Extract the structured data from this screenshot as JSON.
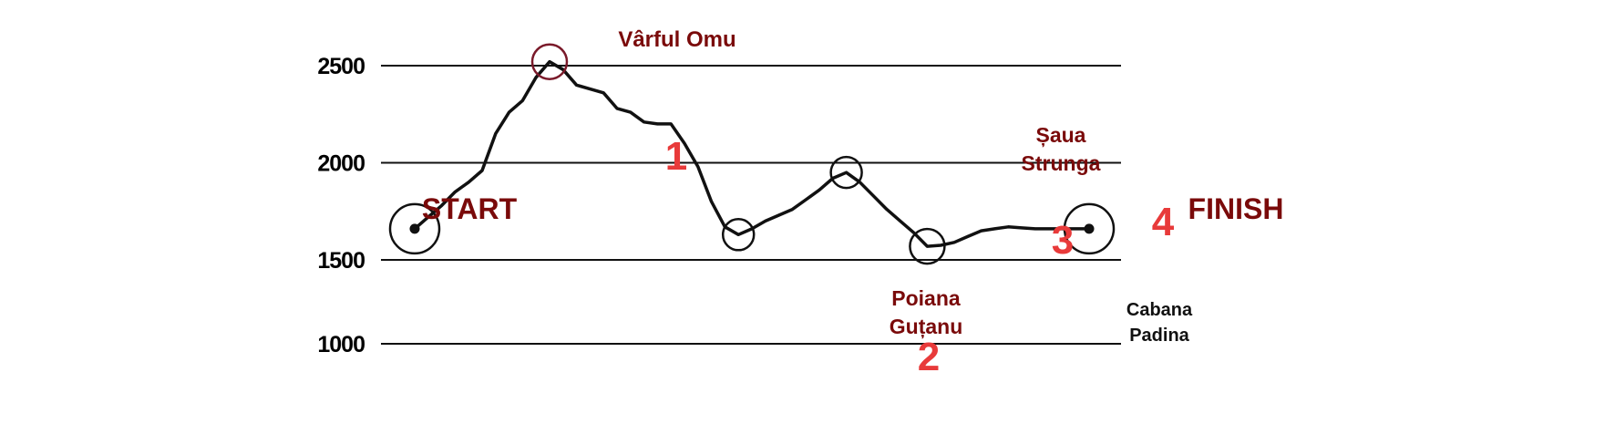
{
  "chart_data": {
    "type": "line",
    "ylim": [
      1000,
      2500
    ],
    "y_ticks": [
      "2500",
      "2000",
      "1500",
      "1000"
    ],
    "y_tick_values": [
      2500,
      2000,
      1500,
      1000
    ],
    "grid": true,
    "series": [
      {
        "x": [
          0,
          2,
          4,
          6,
          8,
          10,
          12,
          14,
          16,
          18,
          20,
          22,
          24,
          26,
          28,
          30,
          32,
          34,
          36,
          38,
          40,
          42,
          44,
          46,
          48,
          50,
          52,
          54,
          56,
          58,
          60,
          62,
          64,
          66,
          68,
          70,
          72,
          74,
          76,
          78,
          80,
          82,
          84,
          86,
          88,
          90,
          92,
          94,
          96,
          98,
          100
        ],
        "values": [
          1660,
          1720,
          1780,
          1850,
          1900,
          1960,
          2150,
          2260,
          2320,
          2440,
          2520,
          2480,
          2400,
          2380,
          2360,
          2280,
          2260,
          2210,
          2200,
          2200,
          2100,
          1980,
          1800,
          1670,
          1630,
          1660,
          1700,
          1730,
          1760,
          1810,
          1860,
          1920,
          1950,
          1900,
          1830,
          1760,
          1700,
          1640,
          1570,
          1575,
          1590,
          1620,
          1650,
          1660,
          1670,
          1665,
          1660,
          1660,
          1660,
          1660,
          1660
        ]
      }
    ],
    "annotations": {
      "start": "START",
      "finish": "FINISH",
      "peak_name": "Vârful Omu",
      "poiana_line1": "Poiana",
      "poiana_line2": "Guțanu",
      "saua_line1": "Șaua",
      "saua_line2": "Strunga",
      "cabana_line1": "Cabana",
      "cabana_line2": "Padina",
      "n1": "1",
      "n2": "2",
      "n3": "3",
      "n4": "4"
    },
    "colors": {
      "line": "#111111",
      "dark_red": "#7a0a0a",
      "bright_red": "#e83a3a",
      "peak_marker": "#7a1a2a"
    }
  }
}
